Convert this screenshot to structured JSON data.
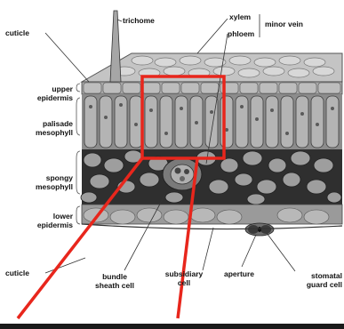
{
  "labels": {
    "trichome": "trichome",
    "xylem": "xylem",
    "minor_vein": "minor vein",
    "phloem": "phloem",
    "cuticle_top": "cuticle",
    "upper_epidermis": "upper\nepidermis",
    "palisade_mesophyll": "palisade\nmesophyll",
    "spongy_mesophyll": "spongy\nmesophyll",
    "lower_epidermis": "lower\nepidermis",
    "cuticle_bottom": "cuticle",
    "bundle_sheath_cell": "bundle\nsheath cell",
    "subsidiary_cell": "subsidiary\ncell",
    "aperture": "aperture",
    "stomatal_guard_cell": "stomatal\nguard cell"
  },
  "colors": {
    "highlight": "#e8261c",
    "tissue": "#9a9a9a",
    "tissue_dark": "#3a3a3a",
    "cell_light": "#cfcfcf",
    "label": "#111111"
  }
}
